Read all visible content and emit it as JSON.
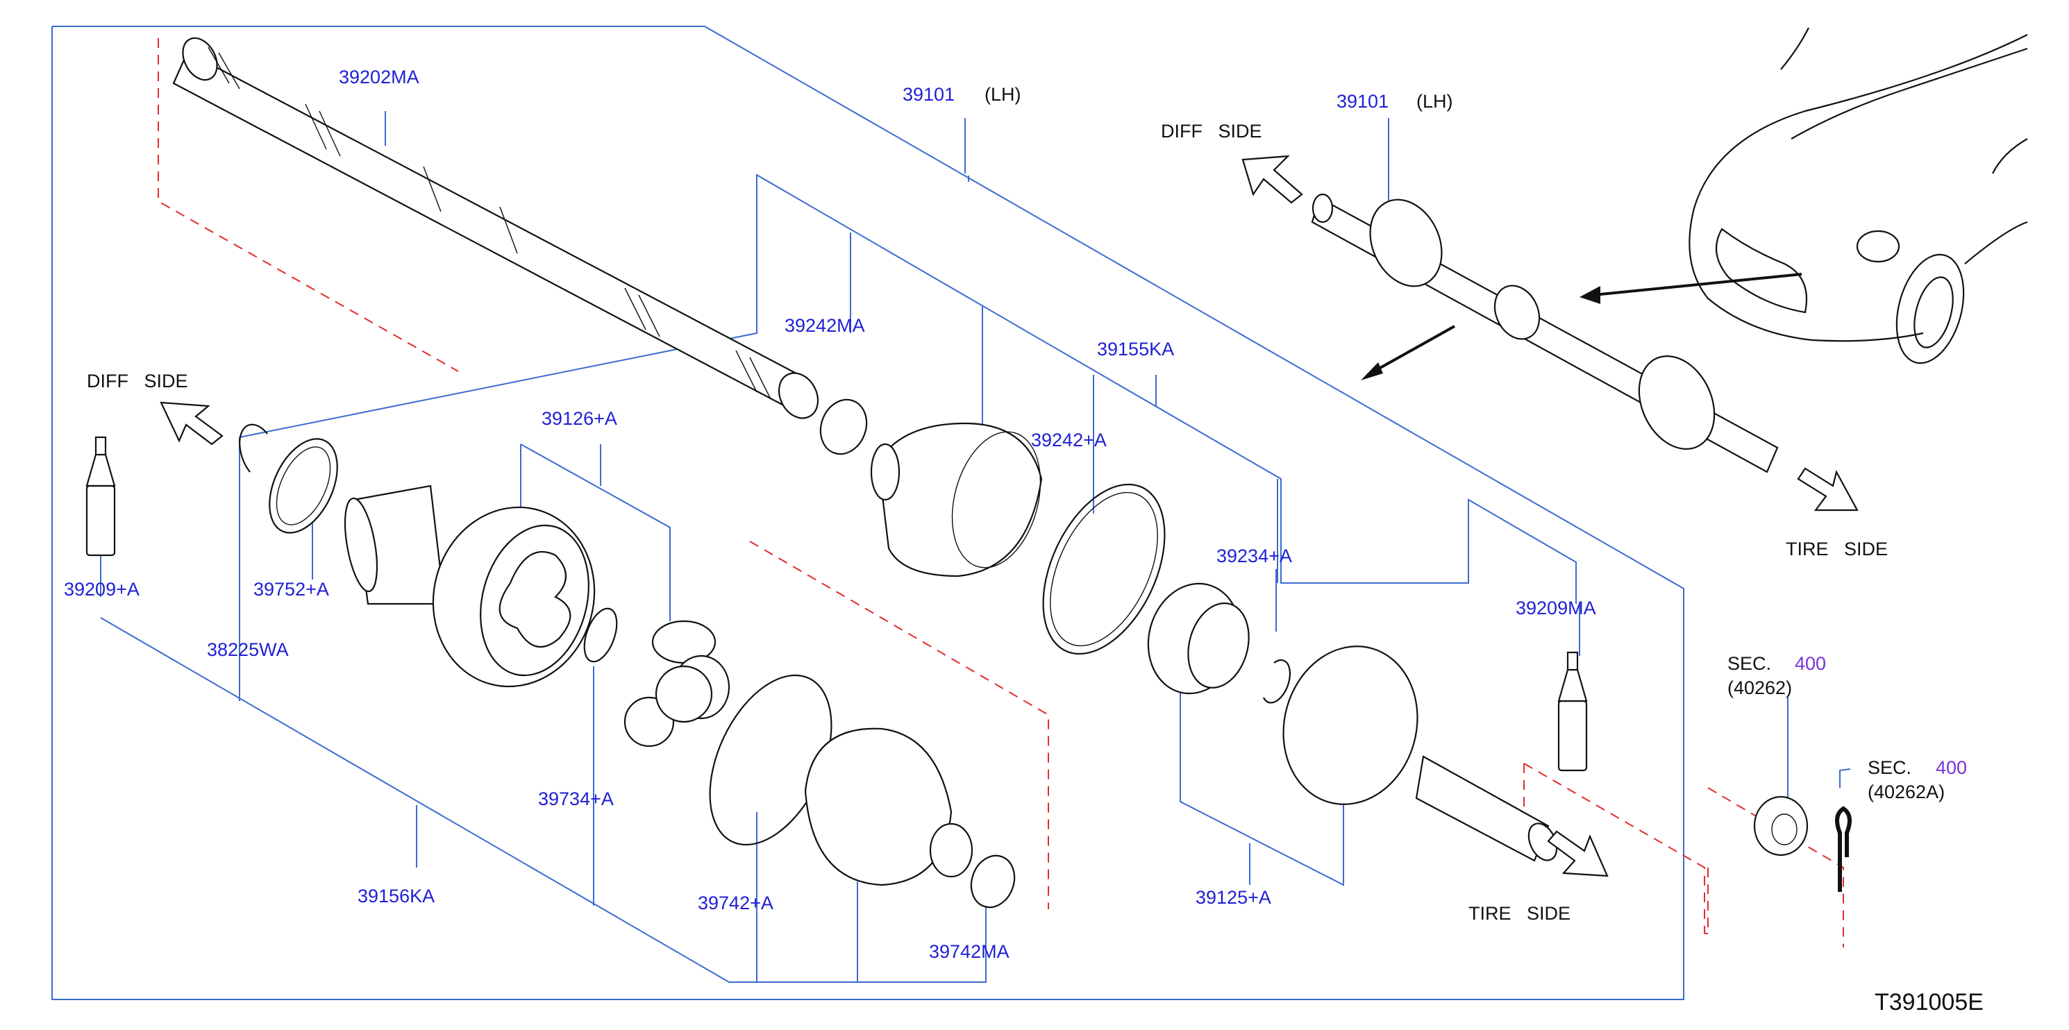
{
  "diagram": {
    "drawing_code": "T391005E",
    "part_labels": {
      "p39202MA": "39202MA",
      "p39101_main": "39101",
      "p39101_main_side": "(LH)",
      "p39101_inset": "39101",
      "p39101_inset_side": "(LH)",
      "p39242MA": "39242MA",
      "p39155KA": "39155KA",
      "p39126A": "39126+A",
      "p39242A": "39242+A",
      "p39234A": "39234+A",
      "p39209MA": "39209MA",
      "p39209A": "39209+A",
      "p39752A": "39752+A",
      "p38225WA": "38225WA",
      "p39734A": "39734+A",
      "p39156KA": "39156KA",
      "p39742A": "39742+A",
      "p39742MA": "39742MA",
      "p39125A": "39125+A"
    },
    "direction_labels": {
      "diff_side_left": "DIFF   SIDE",
      "diff_side_inset": "DIFF   SIDE",
      "tire_side_inset": "TIRE   SIDE",
      "tire_side_main": "TIRE   SIDE"
    },
    "section_refs": {
      "sec1_prefix": "SEC.",
      "sec1_number": "400",
      "sec1_code": "(40262)",
      "sec2_prefix": "SEC.",
      "sec2_number": "400",
      "sec2_code": "(40262A)"
    },
    "colors": {
      "part_number": "#1f1fd6",
      "leader_line": "#3b6bd0",
      "dashed_line": "#e22b2b",
      "section_number": "#7a33d6",
      "text": "#111111"
    }
  }
}
